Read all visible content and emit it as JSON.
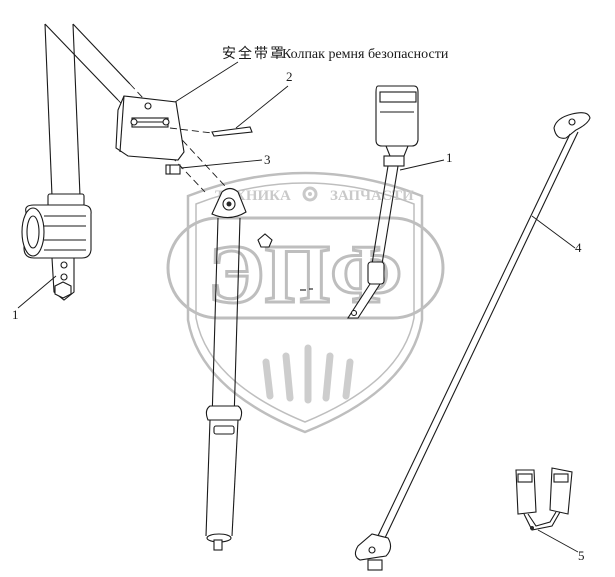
{
  "caption": {
    "chinese": "安全带罩",
    "russian": "Колпак ремня безопасности"
  },
  "callouts": {
    "retractor": "1",
    "cover_screw": "2",
    "clip": "3",
    "buckle": "1",
    "anchor_bar": "4",
    "double_buckle": "5"
  },
  "watermark": {
    "top_left": "ТЕХНИКА",
    "top_right": "ЗАПЧАСТИ",
    "logo_text": "ЭПФ"
  },
  "colors": {
    "line": "#1a1a1a",
    "watermark": "#b8b8b8",
    "background": "#ffffff"
  }
}
